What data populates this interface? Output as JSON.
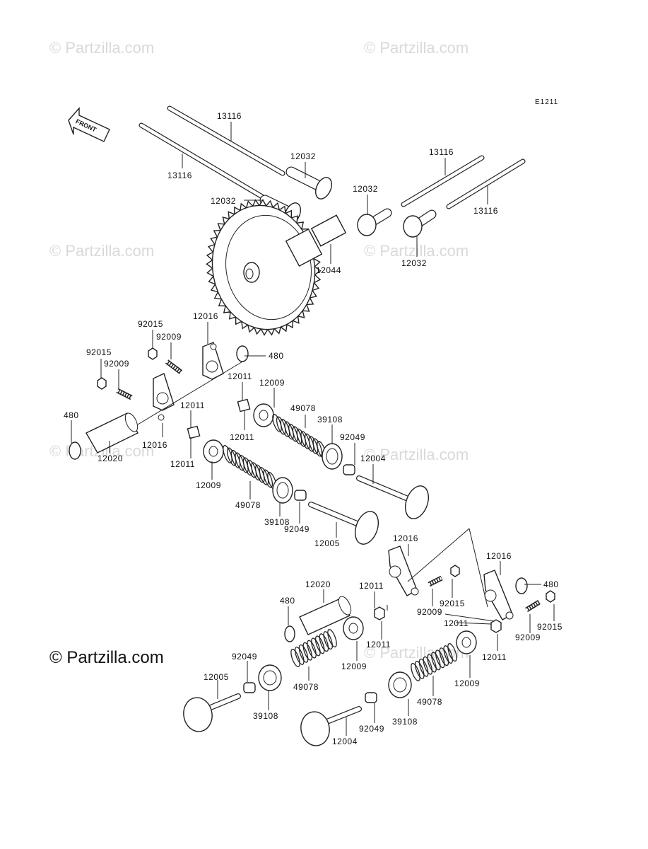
{
  "diagram": {
    "ref_code": "E1211",
    "front_label": "FRONT",
    "copyright": "© Partzilla.com",
    "watermark": "© Partzilla.com",
    "parts": {
      "p13116_a": "13116",
      "p13116_b": "13116",
      "p13116_c": "13116",
      "p13116_d": "13116",
      "p12032_a": "12032",
      "p12032_b": "12032",
      "p12032_c": "12032",
      "p12032_d": "12032",
      "p12044": "12044",
      "p92015_a": "92015",
      "p92015_b": "92015",
      "p92015_c": "92015",
      "p92015_d": "92015",
      "p92009_a": "92009",
      "p92009_b": "92009",
      "p92009_c": "92009",
      "p92009_d": "92009",
      "p12016_a": "12016",
      "p12016_b": "12016",
      "p12016_c": "12016",
      "p12016_d": "12016",
      "p480_a": "480",
      "p480_b": "480",
      "p480_c": "480",
      "p480_d": "480",
      "p12011_a": "12011",
      "p12011_b": "12011",
      "p12011_c": "12011",
      "p12011_d": "12011",
      "p12011_e": "12011",
      "p12011_f": "12011",
      "p12011_g": "12011",
      "p12011_h": "12011",
      "p12020_a": "12020",
      "p12020_b": "12020",
      "p12009_a": "12009",
      "p12009_b": "12009",
      "p12009_c": "12009",
      "p12009_d": "12009",
      "p49078_a": "49078",
      "p49078_b": "49078",
      "p49078_c": "49078",
      "p49078_d": "49078",
      "p39108_a": "39108",
      "p39108_b": "39108",
      "p39108_c": "39108",
      "p39108_d": "39108",
      "p92049_a": "92049",
      "p92049_b": "92049",
      "p92049_c": "92049",
      "p92049_d": "92049",
      "p12004_a": "12004",
      "p12004_b": "12004",
      "p12005_a": "12005",
      "p12005_b": "12005"
    }
  }
}
